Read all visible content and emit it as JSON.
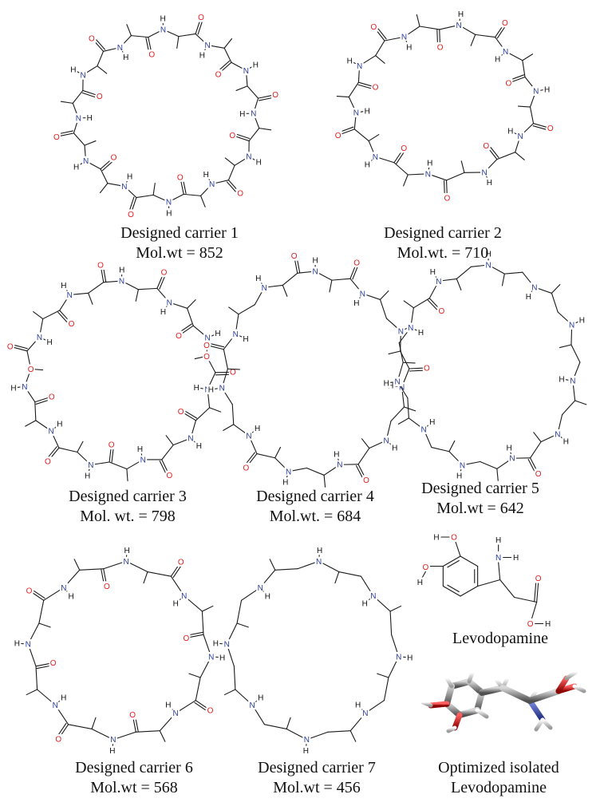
{
  "colors": {
    "nitrogen": "#2a3c9a",
    "oxygen": "#e02020",
    "bond": "#1a1a1a"
  },
  "panels": [
    {
      "name": "Designed carrier 1",
      "line1": "Designed carrier 1",
      "line2": "Mol.wt = 852",
      "kind": "amide-ring"
    },
    {
      "name": "Designed carrier 2",
      "line1": "Designed carrier 2",
      "line2": "Mol.wt. = 710",
      "kind": "amide-ring"
    },
    {
      "name": "Designed carrier 3",
      "line1": "Designed carrier 3",
      "line2": "Mol. wt. = 798",
      "kind": "amide-ester-ring"
    },
    {
      "name": "Designed carrier 4",
      "line1": "Designed carrier 4",
      "line2": "Mol.wt. = 684",
      "kind": "amine-amide-ring"
    },
    {
      "name": "Designed carrier 5",
      "line1": "Designed carrier 5",
      "line2": "Mol.wt = 642",
      "kind": "amine-amide-ring"
    },
    {
      "name": "Designed carrier 6",
      "line1": "Designed carrier 6",
      "line2": "Mol.wt = 568",
      "kind": "amide-ring"
    },
    {
      "name": "Designed carrier 7",
      "line1": "Designed carrier 7",
      "line2": "Mol.wt = 456",
      "kind": "amine-ring"
    },
    {
      "name": "Levodopamine",
      "line1": "Levodopamine",
      "line2": "",
      "kind": "structure"
    },
    {
      "name": "Optimized isolated Levodopamine",
      "line1": "Optimized isolated",
      "line2": "Levodopamine",
      "kind": "3d-model"
    }
  ],
  "atom_labels": {
    "N": "N",
    "O": "O",
    "H": "H"
  }
}
